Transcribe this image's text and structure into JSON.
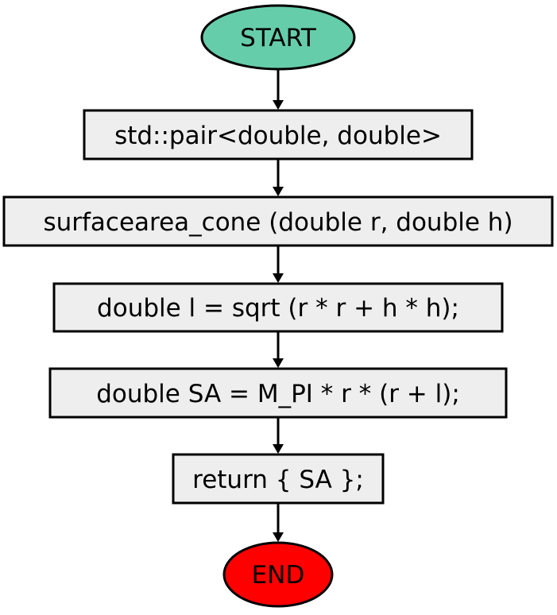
{
  "flowchart": {
    "start": {
      "label": "START",
      "color": "#66cdaa"
    },
    "steps": [
      {
        "label": "std::pair<double, double>"
      },
      {
        "label": "surfacearea_cone (double r, double h)"
      },
      {
        "label": "double l = sqrt (r * r + h * h);"
      },
      {
        "label": "double SA = M_PI * r * (r + l);"
      },
      {
        "label": "return { SA };"
      }
    ],
    "end": {
      "label": "END",
      "color": "#ff0000"
    },
    "box_fill": "#eeeeee",
    "stroke": "#000000"
  }
}
